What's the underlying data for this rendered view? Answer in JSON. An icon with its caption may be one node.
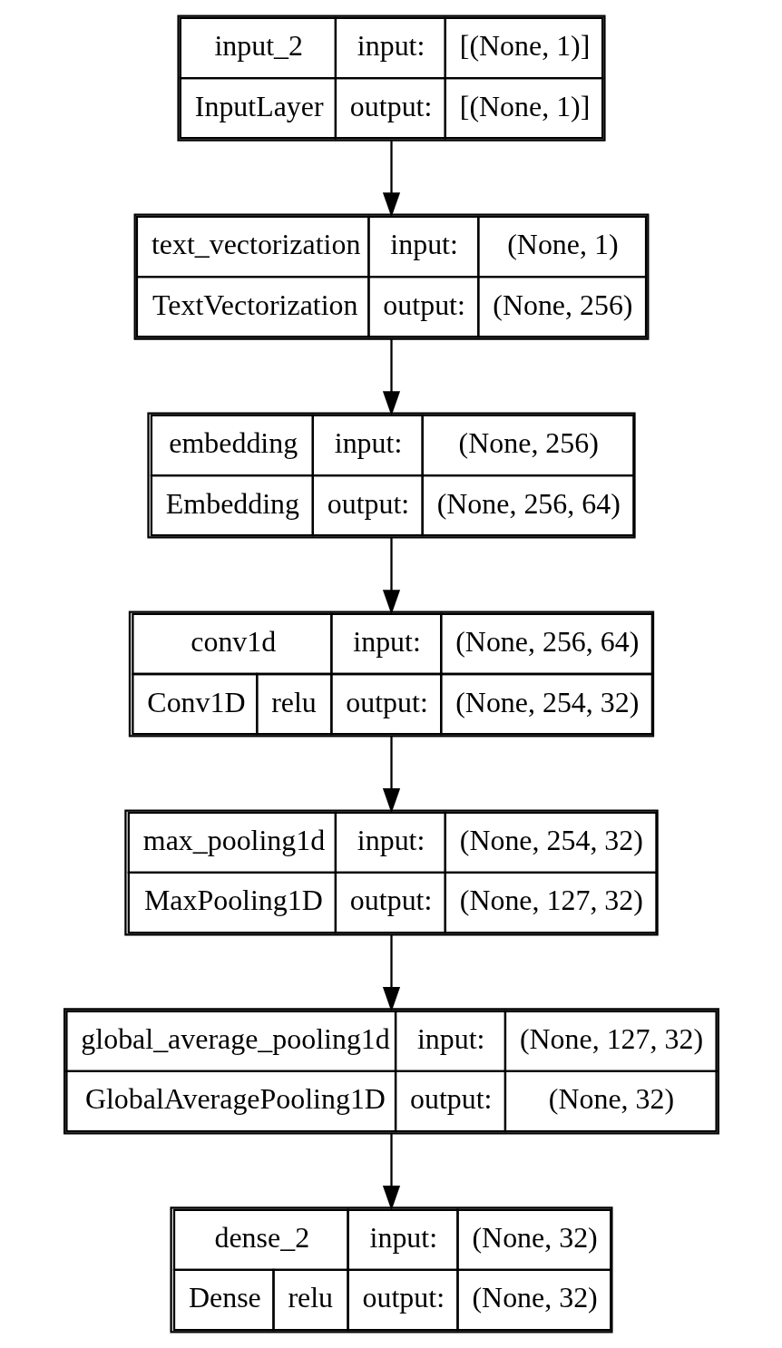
{
  "diagram": {
    "nodes": [
      {
        "text": [
          "input_2",
          "input:",
          "[(None, 1)]",
          "InputLayer",
          "output:",
          "[(None, 1)]"
        ]
      },
      {
        "text": [
          "text_vectorization",
          "input:",
          "(None, 1)",
          "TextVectorization",
          "output:",
          "(None, 256)"
        ]
      },
      {
        "text": [
          "embedding",
          "input:",
          "(None, 256)",
          "Embedding",
          "output:",
          "(None, 256, 64)"
        ]
      },
      {
        "text": [
          "conv1d",
          "input:",
          "(None, 256, 64)",
          "Conv1D",
          "relu",
          "output:",
          "(None, 254, 32)"
        ]
      },
      {
        "text": [
          "max_pooling1d",
          "input:",
          "(None, 254, 32)",
          "MaxPooling1D",
          "output:",
          "(None, 127, 32)"
        ]
      },
      {
        "text": [
          "global_average_pooling1d",
          "input:",
          "(None, 127, 32)",
          "GlobalAveragePooling1D",
          "output:",
          "(None, 32)"
        ]
      },
      {
        "text": [
          "dense_2",
          "input:",
          "(None, 32)",
          "Dense",
          "relu",
          "output:",
          "(None, 32)"
        ]
      }
    ],
    "edges": [
      {
        "from": 0,
        "to": 1,
        "arrow": "to"
      },
      {
        "from": 1,
        "to": 2,
        "arrow": "to"
      },
      {
        "from": 2,
        "to": 3,
        "arrow": "to"
      },
      {
        "from": 3,
        "to": 4,
        "arrow": "to"
      },
      {
        "from": 4,
        "to": 5,
        "arrow": "to"
      },
      {
        "from": 5,
        "to": 6,
        "arrow": "to"
      }
    ]
  }
}
